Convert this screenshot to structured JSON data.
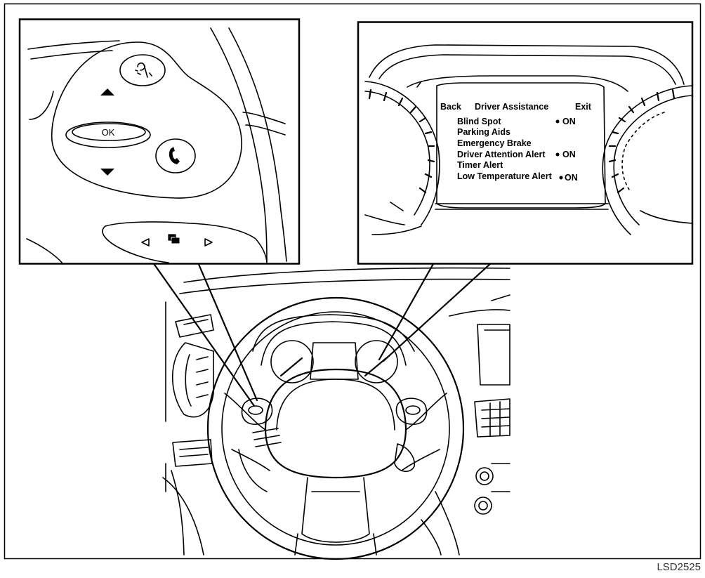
{
  "switch_inset": {
    "ok_label": "OK"
  },
  "display_inset": {
    "back_label": "Back",
    "menu_title": "Driver Assistance",
    "exit_label": "Exit",
    "items": [
      {
        "label": "Blind Spot",
        "status": "ON"
      },
      {
        "label": "Parking Aids",
        "status": ""
      },
      {
        "label": "Emergency Brake",
        "status": ""
      },
      {
        "label": "Driver Attention Alert",
        "status": "ON"
      },
      {
        "label": "Timer Alert",
        "status": ""
      },
      {
        "label": "Low Temperature Alert",
        "status": "ON"
      }
    ]
  },
  "figure_code": "LSD2525",
  "icons": [
    "voice-icon",
    "up-arrow-icon",
    "down-arrow-icon",
    "phone-icon",
    "left-arrow-icon",
    "display-toggle-icon",
    "right-arrow-icon"
  ]
}
